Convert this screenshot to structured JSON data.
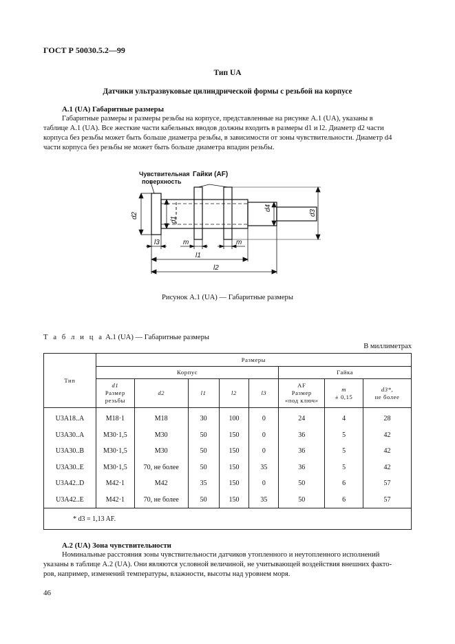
{
  "header": {
    "standard": "ГОСТ Р 50030.5.2—99"
  },
  "type_title": "Тип UA",
  "section_title": "Датчики ультразвуковые цилиндрической формы с резьбой на корпусе",
  "a1": {
    "heading": "А.1 (UA) Габаритные размеры",
    "text_line1": "Габаритные размеры и размеры резьбы на корпусе, представленные на рисунке А.1 (UA), указаны в",
    "text_line2": "таблице А.1 (UA). Все жесткие части кабельных вводов должны входить в размеры d1 и l2. Диаметр d2 части",
    "text_line3": "корпуса без резьбы может быть больше диаметра резьбы, в зависимости от зоны чувствительности. Диаметр d4",
    "text_line4": "части корпуса без резьбы не может быть больше диаметра впадин резьбы."
  },
  "figure": {
    "label_sensitive_line1": "Чувствительная",
    "label_sensitive_line2": "поверхность",
    "label_nuts": "Гайки (AF)",
    "dim_d2": "d2",
    "dim_d1": "d1",
    "dim_d4": "d4",
    "dim_d3": "d3",
    "dim_l3": "l3",
    "dim_m_left": "m",
    "dim_m_right": "m",
    "dim_l1": "l1",
    "dim_l2": "l2",
    "caption": "Рисунок А.1 (UA) — Габаритные размеры"
  },
  "table": {
    "caption_spaced": "Т а б л и ц а",
    "caption_rest": "А.1 (UA) — Габаритные размеры",
    "units": "В миллиметрах",
    "h_type": "Тип",
    "h_sizes": "Размеры",
    "h_body": "Корпус",
    "h_nut": "Гайка",
    "h_d1_a": "d1",
    "h_d1_b": "Размер",
    "h_d1_c": "резьбы",
    "h_d2": "d2",
    "h_l1": "l1",
    "h_l2": "l2",
    "h_l3": "l3",
    "h_af_a": "AF",
    "h_af_b": "Размер",
    "h_af_c": "«под ключ»",
    "h_m_a": "m",
    "h_m_b": "± 0,15",
    "h_d3_a": "d3*,",
    "h_d3_b": "не более",
    "rows": [
      [
        "U3A18..A",
        "M18·1",
        "M18",
        "30",
        "100",
        "0",
        "24",
        "4",
        "28"
      ],
      [
        "U3A30..A",
        "M30·1,5",
        "M30",
        "50",
        "150",
        "0",
        "36",
        "5",
        "42"
      ],
      [
        "U3A30..B",
        "M30·1,5",
        "M30",
        "50",
        "150",
        "0",
        "36",
        "5",
        "42"
      ],
      [
        "U3A30..E",
        "M30·1,5",
        "70, не более",
        "50",
        "150",
        "35",
        "36",
        "5",
        "42"
      ],
      [
        "U3A42..D",
        "M42·1",
        "M42",
        "35",
        "150",
        "0",
        "50",
        "6",
        "57"
      ],
      [
        "U3A42..E",
        "M42·1",
        "70, не более",
        "50",
        "150",
        "35",
        "50",
        "6",
        "57"
      ]
    ],
    "footnote": "* d3 = 1,13 AF."
  },
  "a2": {
    "heading": "А.2 (UA) Зона чувствительности",
    "text_line1": "Номинальные расстояния зоны чувствительности датчиков утопленного и неутопленного исполнений",
    "text_line2": "указаны в таблице А.2 (UA). Они являются условной величиной, не учитывающей воздействия внешних факто-",
    "text_line3": "ров, например, изменений температуры, влажности, высоты над уровнем моря."
  },
  "page_number": "46"
}
